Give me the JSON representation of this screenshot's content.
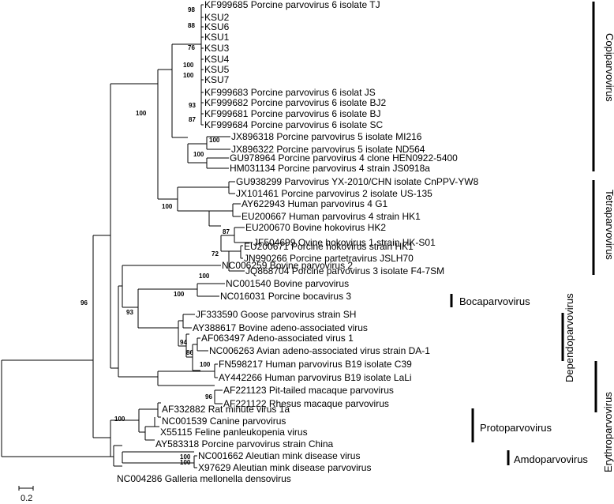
{
  "taxa": [
    "KF999685 Porcine parvovirus 6 isolate TJ",
    "KSU2",
    "KSU6",
    "KSU1",
    "KSU3",
    "KSU4",
    "KSU5",
    "KSU7",
    "KF999683 Porcine parvovirus 6 isolat JS",
    "KF999682 Porcine parvovirus 6 isolate BJ2",
    "KF999681 Porcine parvovirus 6 isolate BJ",
    "KF999684 Porcine parvovirus 6 isolate SC",
    "JX896318 Porcine parvovirus 5 isolate MI216",
    "JX896322 Porcine parvovirus 5 isolate ND564",
    "GU978964 Porcine parvovirus 4 clone HEN0922-5400",
    "HM031134 Porcine parvovirus 4 strain JS0918a",
    "GU938299 Parvovirus YX-2010/CHN isolate CnPPV-YW8",
    "JX101461 Porcine parvovirus 2 isolate US-135",
    "AY622943 Human parvovirus 4 G1",
    "EU200667 Human parvovirus 4 strain HK1",
    "EU200670 Bovine hokovirus HK2",
    "JF504699 Ovine hokovirus 1 strain HK-S01",
    "EU200671 Porcine hokovirus strain HK1",
    "JN990266 Porcine partetravirus JSLH70",
    "JQ868704 Porcine parvovirus 3 isolate F4-7SM",
    "NC006259 Bovine parvovirus 2",
    "NC001540 Bovine parvovirus",
    "NC016031 Porcine bocavirus 3",
    "JF333590 Goose parvovirus strain SH",
    "AY388617 Bovine adeno-associated virus",
    "AF063497 Adeno-associated virus 1",
    "NC006263 Avian adeno-associated virus strain DA-1",
    "FN598217 Human parvovirus B19 isolate C39",
    "AY442266 Human parvovirus B19 isolate LaLi",
    "AF221123 Pit-tailed macaque parvovirus",
    "AF221122 Rhesus macaque parvovirus",
    "AF332882 Rat minute virus 1a",
    "NC001539 Canine parvovirus",
    "X55115 Feline panleukopenia virus",
    "AY583318 Porcine parvovirus strain China",
    "NC001662 Aleutian mink disease virus",
    "X97629 Aleutian mink disease parvovirus",
    "NC004286 Galleria mellonella densovirus"
  ],
  "bootstrap": [
    "98",
    "88",
    "76",
    "100",
    "100",
    "93",
    "87",
    "100",
    "100",
    "100",
    "100",
    "87",
    "72",
    "96",
    "100",
    "100",
    "93",
    "94",
    "86",
    "100",
    "96",
    "100",
    "100",
    "100"
  ],
  "clades": [
    "Copiparvovirus",
    "Tetraparvovirus",
    "Bocaparvovirus",
    "Dependoparvovirus",
    "Erythroparvovirus",
    "Protoparvovirus",
    "Amdoparvovirus"
  ],
  "scale_label": "0.2"
}
